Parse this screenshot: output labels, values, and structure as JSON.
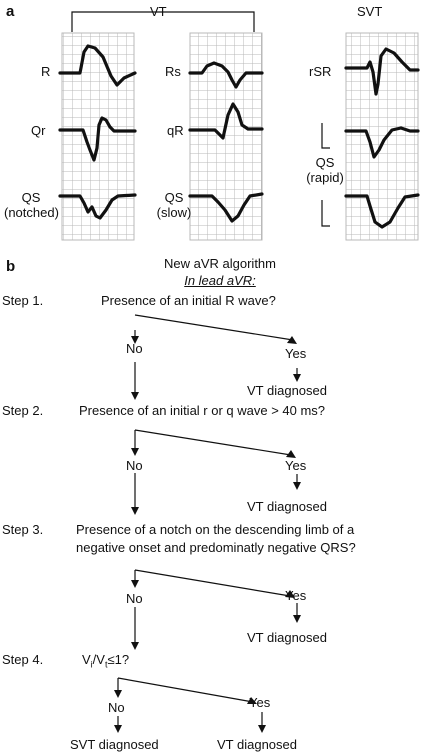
{
  "panel_a": {
    "label": "a",
    "vt_header": "VT",
    "svt_header": "SVT",
    "vt_col1": [
      "R",
      "Qr",
      "QS"
    ],
    "vt_col1_note": "(notched)",
    "vt_col2": [
      "Rs",
      "qR",
      "QS"
    ],
    "vt_col2_note": "(slow)",
    "svt_col": [
      "rSR",
      "QS"
    ],
    "svt_col_note": "(rapid)"
  },
  "panel_b": {
    "label": "b",
    "title": "New aVR algorithm",
    "subtitle": "In lead aVR:",
    "steps": [
      {
        "label": "Step 1.",
        "question": "Presence of an initial R wave?"
      },
      {
        "label": "Step 2.",
        "question": "Presence of an initial r or q wave > 40 ms?"
      },
      {
        "label": "Step 3.",
        "question_line1": "Presence of a notch on the descending limb of a",
        "question_line2": "negative onset and predominatly negative QRS?"
      },
      {
        "label": "Step 4.",
        "question_prefix": "V",
        "question_sub1": "i",
        "question_mid": "/V",
        "question_sub2": "t",
        "question_suffix": "≤1?"
      }
    ],
    "no_label": "No",
    "yes_label": "Yes",
    "vt_result": "VT diagnosed",
    "svt_result": "SVT diagnosed"
  }
}
